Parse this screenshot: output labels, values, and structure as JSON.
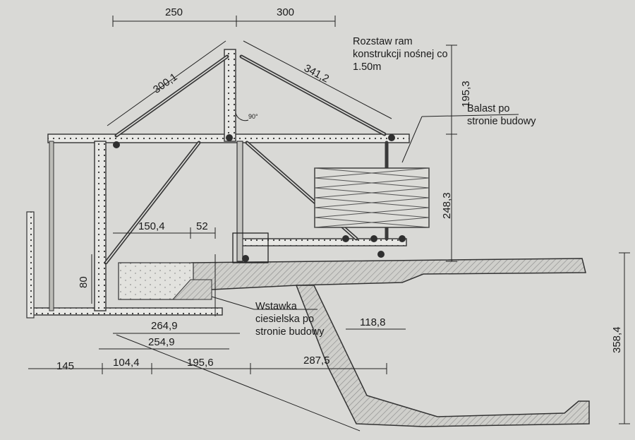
{
  "dimensions": {
    "top_left_span": "250",
    "top_right_span": "300",
    "left_diagonal": "300,1",
    "right_diagonal": "341,2",
    "upper_height": "195,3",
    "lower_height": "248,3",
    "mid_width": "150,4",
    "mid_small": "52",
    "left_height": "80",
    "bottom_1": "264,9",
    "bottom_2": "254,9",
    "bottom_3": "145",
    "bottom_4": "104,4",
    "bottom_5": "195,6",
    "bottom_6": "287,5",
    "inner_width": "118,8",
    "right_height": "358,4",
    "angle": "90°"
  },
  "notes": {
    "frame_spacing": "Rozstaw ram konstrukcji nośnej co 1.50m",
    "ballast": "Balast po stronie budowy",
    "insert": "Wstawka ciesielska po stronie budowy"
  },
  "colors": {
    "paper": "#d9d9d6",
    "ink": "#1a1a1a",
    "steel": "#4a4a4a",
    "hatch": "#8a8a8a"
  }
}
